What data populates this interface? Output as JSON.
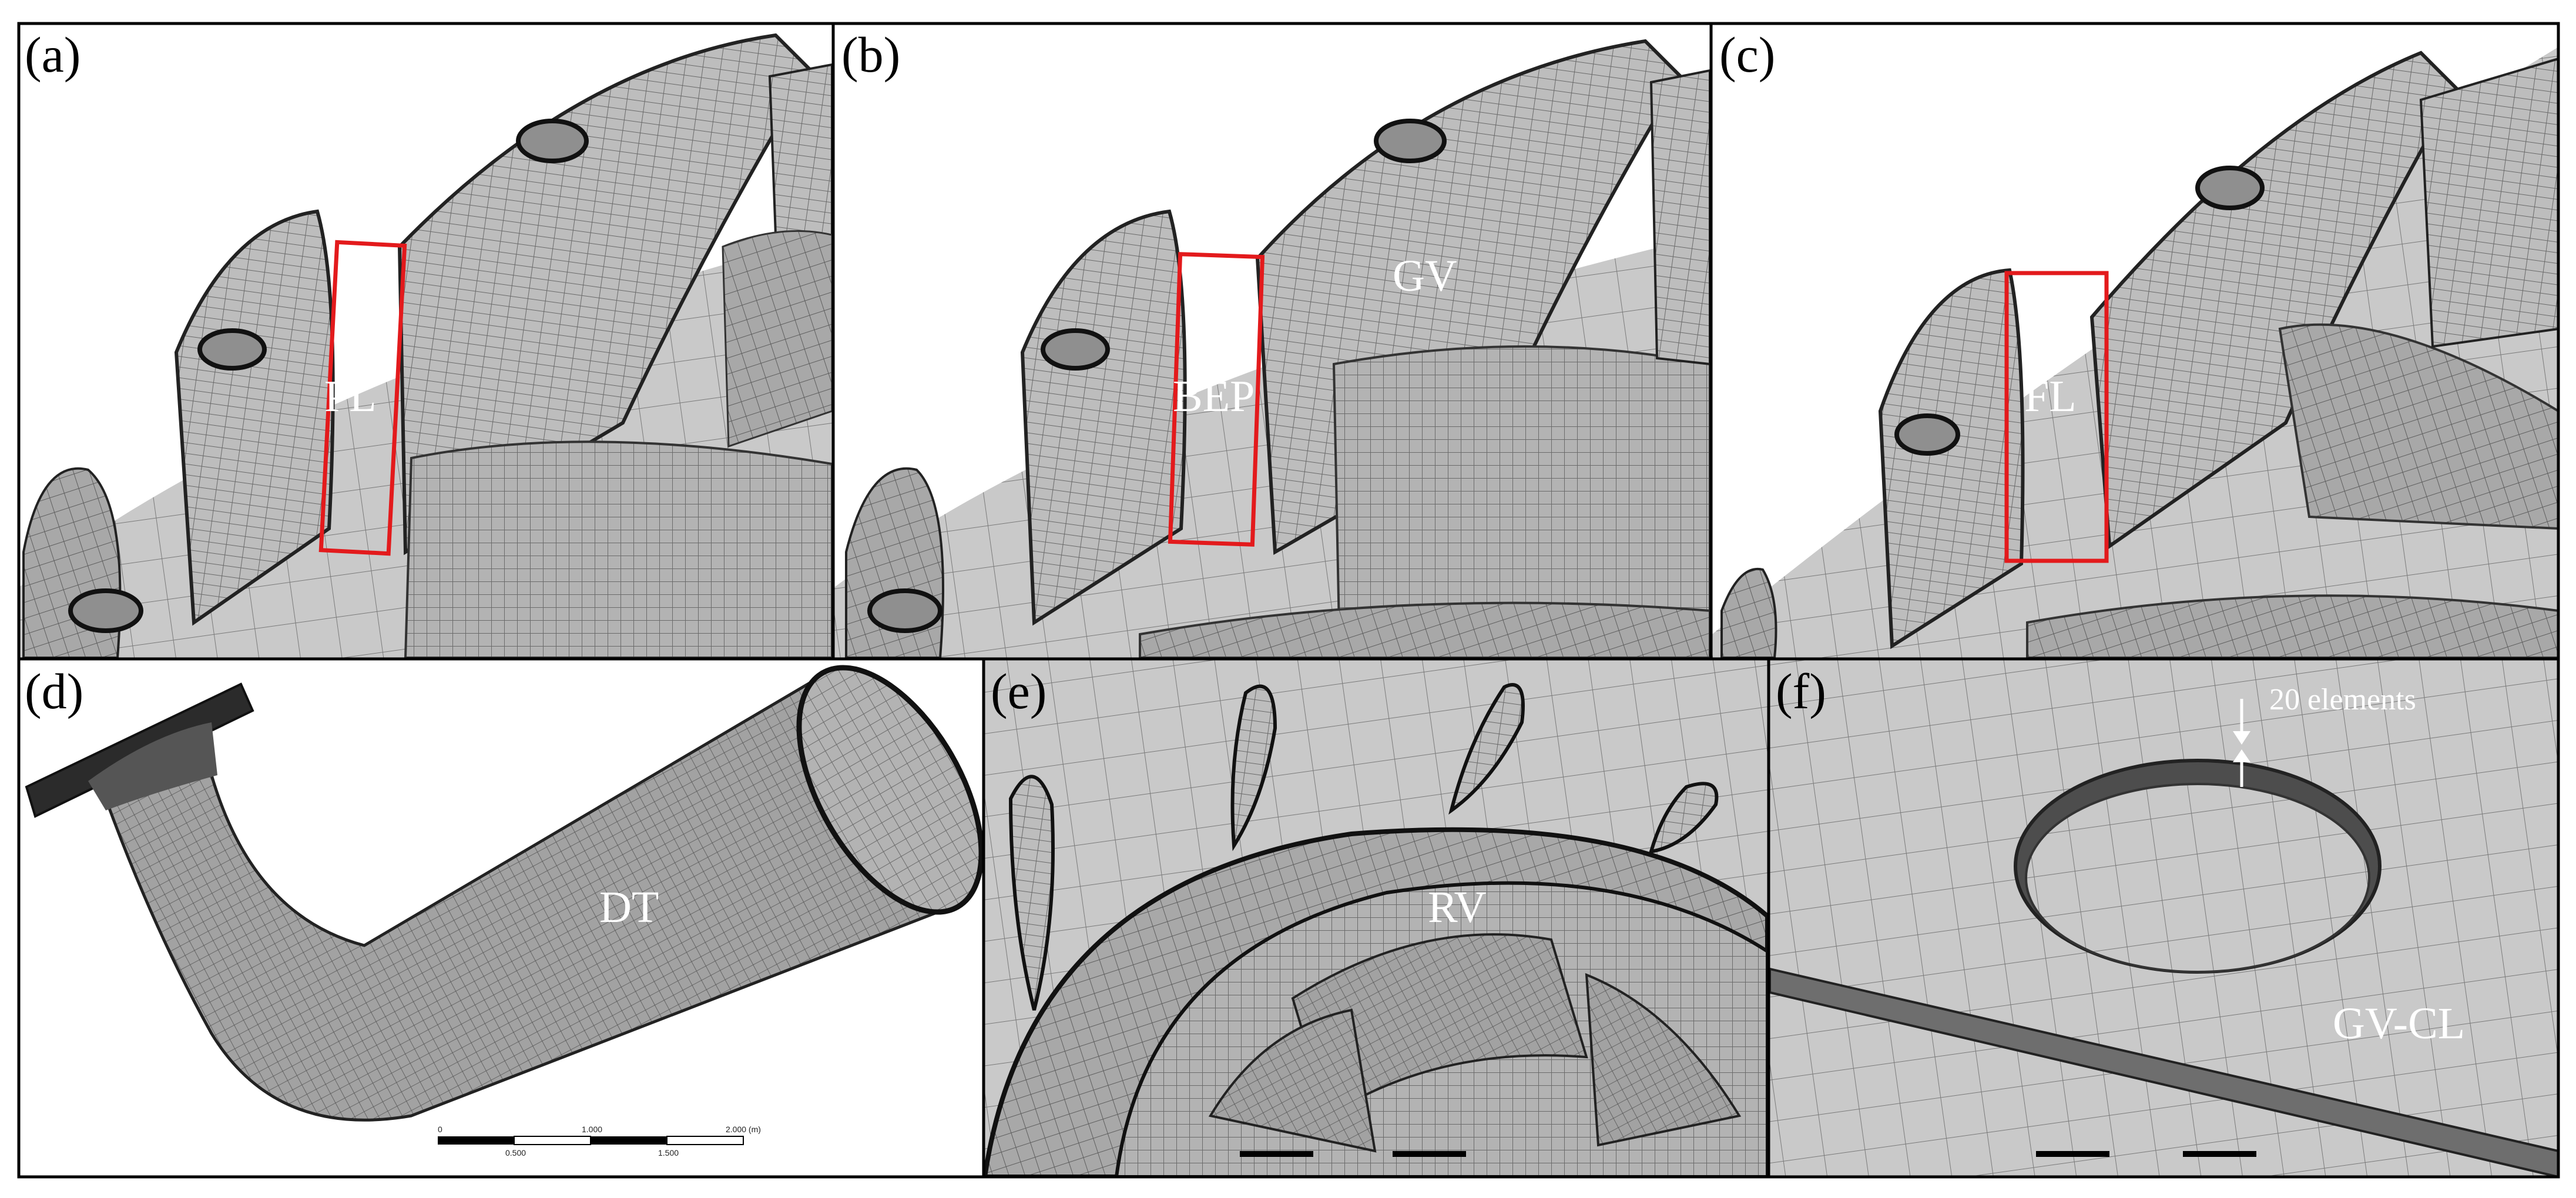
{
  "panels": {
    "a": {
      "label": "(a)",
      "region": "PL"
    },
    "b": {
      "label": "(b)",
      "region": "BEP",
      "part": "GV"
    },
    "c": {
      "label": "(c)",
      "region": "FL"
    },
    "d": {
      "label": "(d)",
      "part": "DT",
      "scale": {
        "ticks_top": [
          "0",
          "1.000",
          "2.000 (m)"
        ],
        "ticks_bottom": [
          "0.500",
          "1.500"
        ]
      }
    },
    "e": {
      "label": "(e)",
      "part": "RV"
    },
    "f": {
      "label": "(f)",
      "part": "GV-CL",
      "annotation": "20 elements"
    }
  },
  "colors": {
    "mesh_surface": "#a9a9a9",
    "mesh_dark": "#3a3a3a",
    "highlight_box": "#e31a1c",
    "border": "#000000"
  }
}
